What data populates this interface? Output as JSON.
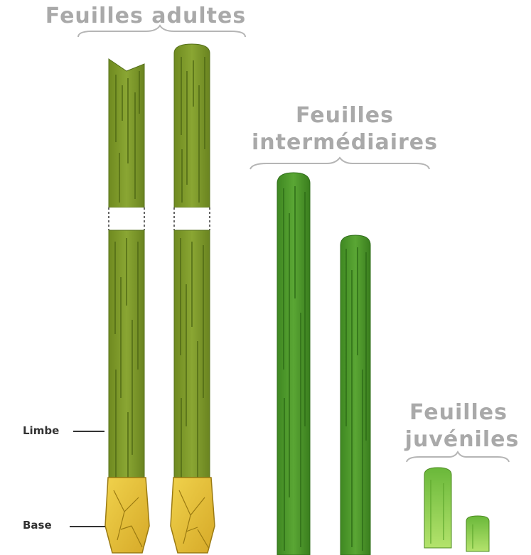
{
  "groups": {
    "adult": {
      "title": "Feuilles adultes"
    },
    "intermediate": {
      "title_line1": "Feuilles",
      "title_line2": "intermédiaires"
    },
    "juvenile": {
      "title_line1": "Feuilles",
      "title_line2": "juvéniles"
    }
  },
  "labels": {
    "limbe": "Limbe",
    "base": "Base"
  },
  "colors": {
    "heading_gray": "#a9a9a9",
    "adult_leaf": "#7f9a2a",
    "adult_leaf_dark": "#5c7416",
    "intermediate_leaf": "#4f9a2c",
    "intermediate_leaf_dark": "#2f6e1a",
    "juvenile_leaf": "#8fd04a",
    "base_yellow": "#e8c440",
    "base_outline": "#9a7a12"
  }
}
